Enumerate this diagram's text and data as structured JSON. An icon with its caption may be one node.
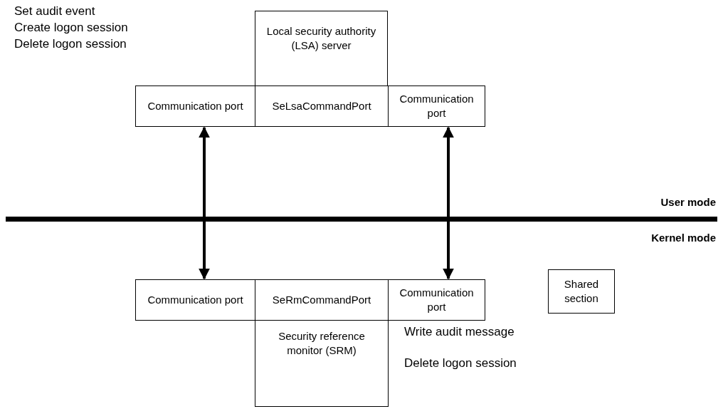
{
  "diagram": {
    "nodes": [
      {
        "text": [
          "Local security authority (LSA) server"
        ]
      },
      {
        "text": [
          "Communication port"
        ]
      },
      {
        "text": [
          "SeLsaCommandPort"
        ]
      },
      {
        "text": [
          "Communication port"
        ]
      },
      {
        "text": [
          "Shared section"
        ]
      },
      {
        "text": [
          "Communication port"
        ]
      },
      {
        "text": [
          "SeRmCommandPort"
        ]
      },
      {
        "text": [
          "Communication port"
        ]
      },
      {
        "text": [
          "Security reference monitor (SRM)"
        ]
      }
    ],
    "edges": [
      {
        "from": 1,
        "to": 5,
        "arrow": "both"
      },
      {
        "from": 3,
        "to": 7,
        "arrow": "both"
      }
    ],
    "labels": [
      "Set audit event",
      "Create logon session",
      "Delete logon session",
      "User mode",
      "Kernel mode",
      "Write audit message",
      "Delete logon session"
    ]
  }
}
